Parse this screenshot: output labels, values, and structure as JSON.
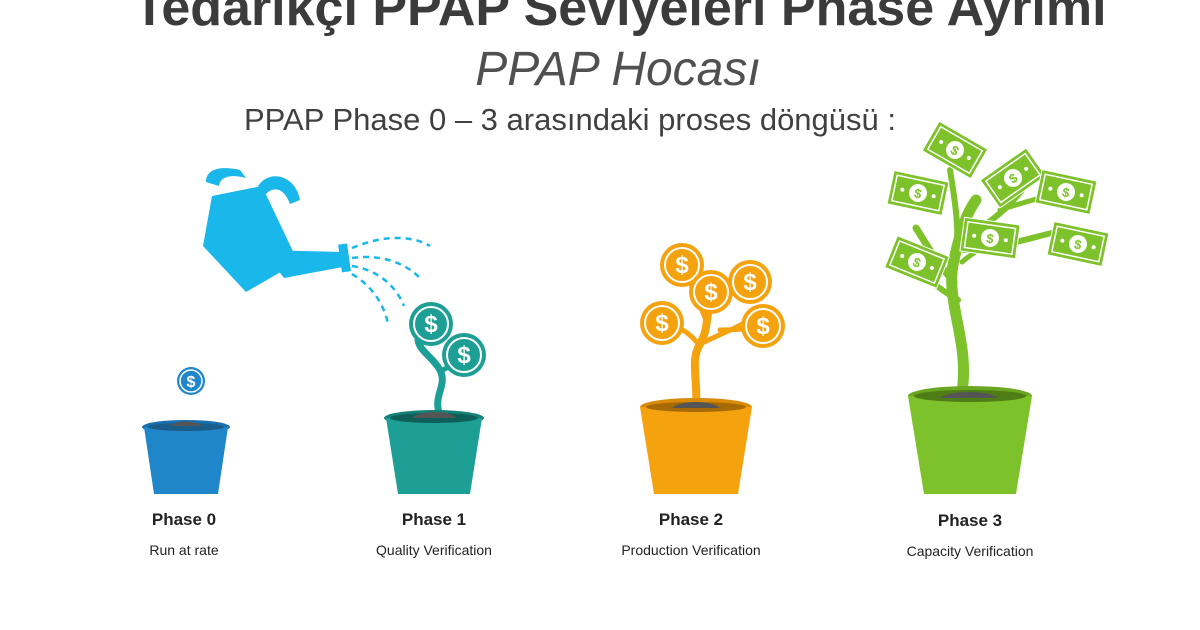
{
  "header": {
    "title": "Tedarikçi PPAP Seviyeleri Phase Ayrimi",
    "subtitle": "PPAP Hocası",
    "caption": "PPAP Phase 0 – 3 arasındaki proses döngüsü :"
  },
  "phases": [
    {
      "name": "Phase 0",
      "description": "Run at rate",
      "color": "#1f86c9"
    },
    {
      "name": "Phase 1",
      "description": "Quality Verification",
      "color": "#1e9f96"
    },
    {
      "name": "Phase 2",
      "description": "Production Verification",
      "color": "#f5a20f"
    },
    {
      "name": "Phase 3",
      "description": "Capacity Verification",
      "color": "#7ec22b"
    }
  ],
  "icons": {
    "watering_can": "watering-can-icon",
    "coin": "dollar-coin-icon",
    "banknote": "dollar-banknote-icon",
    "currency_symbol": "$"
  },
  "colors": {
    "watering_can": "#19b7ea",
    "text": "#222222"
  }
}
